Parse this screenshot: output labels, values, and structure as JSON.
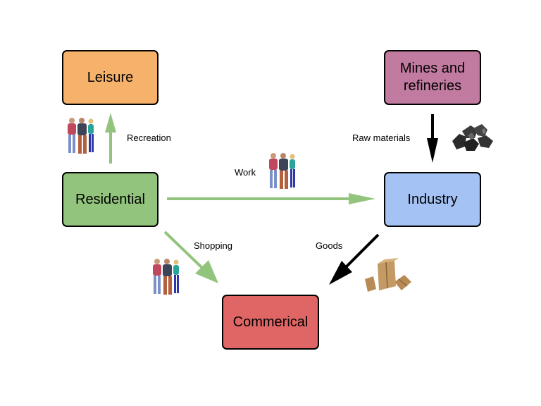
{
  "nodes": {
    "leisure": {
      "label": "Leisure",
      "color": "#F6B26B"
    },
    "mines": {
      "label": "Mines and refineries",
      "line1": "Mines and",
      "line2": "refineries",
      "color": "#C27BA0"
    },
    "residential": {
      "label": "Residential",
      "color": "#93C47D"
    },
    "industry": {
      "label": "Industry",
      "color": "#A4C2F4"
    },
    "commercial": {
      "label": "Commerical",
      "color": "#E06666"
    }
  },
  "edges": {
    "recreation": {
      "label": "Recreation",
      "from": "Residential",
      "to": "Leisure",
      "color": "#93C47D",
      "icon": "people-icon"
    },
    "work": {
      "label": "Work",
      "from": "Residential",
      "to": "Industry",
      "color": "#93C47D",
      "icon": "people-icon"
    },
    "shopping": {
      "label": "Shopping",
      "from": "Residential",
      "to": "Commerical",
      "color": "#93C47D",
      "icon": "people-icon"
    },
    "raw_materials": {
      "label": "Raw materials",
      "from": "Mines and refineries",
      "to": "Industry",
      "color": "#000000",
      "icon": "coal-icon"
    },
    "goods": {
      "label": "Goods",
      "from": "Industry",
      "to": "Commerical",
      "color": "#000000",
      "icon": "boxes-icon"
    }
  }
}
